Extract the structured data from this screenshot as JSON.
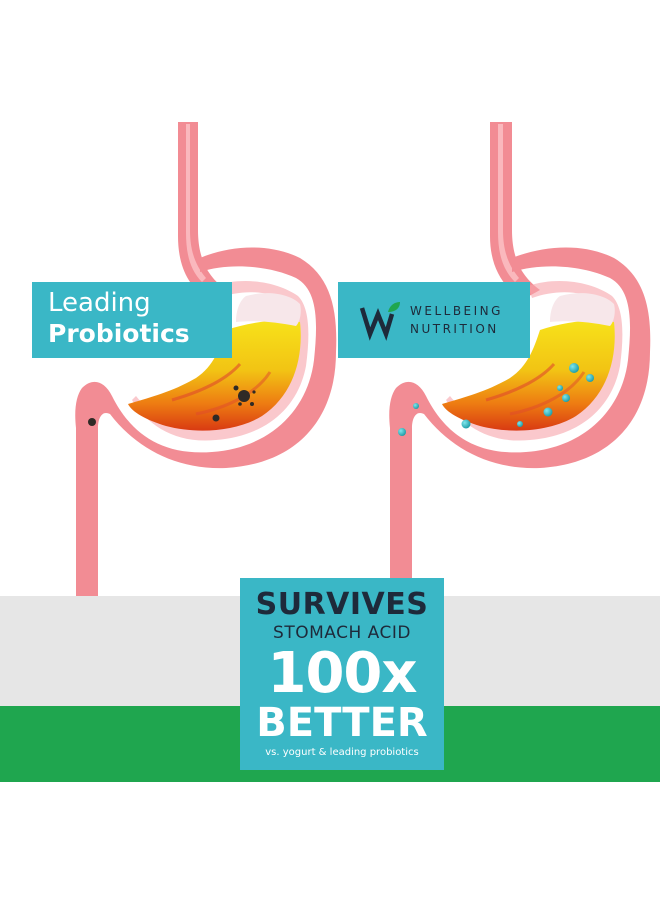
{
  "left_panel": {
    "label_line1": "Leading",
    "label_line2": "Probiotics"
  },
  "right_panel": {
    "brand_line1": "WELLBEING",
    "brand_line2": "NUTRITION"
  },
  "badge": {
    "line1": "SURVIVES",
    "line2": "STOMACH ACID",
    "line3": "100x",
    "line4": "BETTER",
    "footnote": "vs. yogurt & leading probiotics"
  },
  "colors": {
    "teal": "#3ab7c6",
    "green": "#1fa64f",
    "gray": "#e6e6e6",
    "stomach_pink": "#f28c94",
    "navy": "#1e2a3a"
  },
  "icons": [
    "stomach-illustration",
    "wellbeing-logo-mark"
  ]
}
